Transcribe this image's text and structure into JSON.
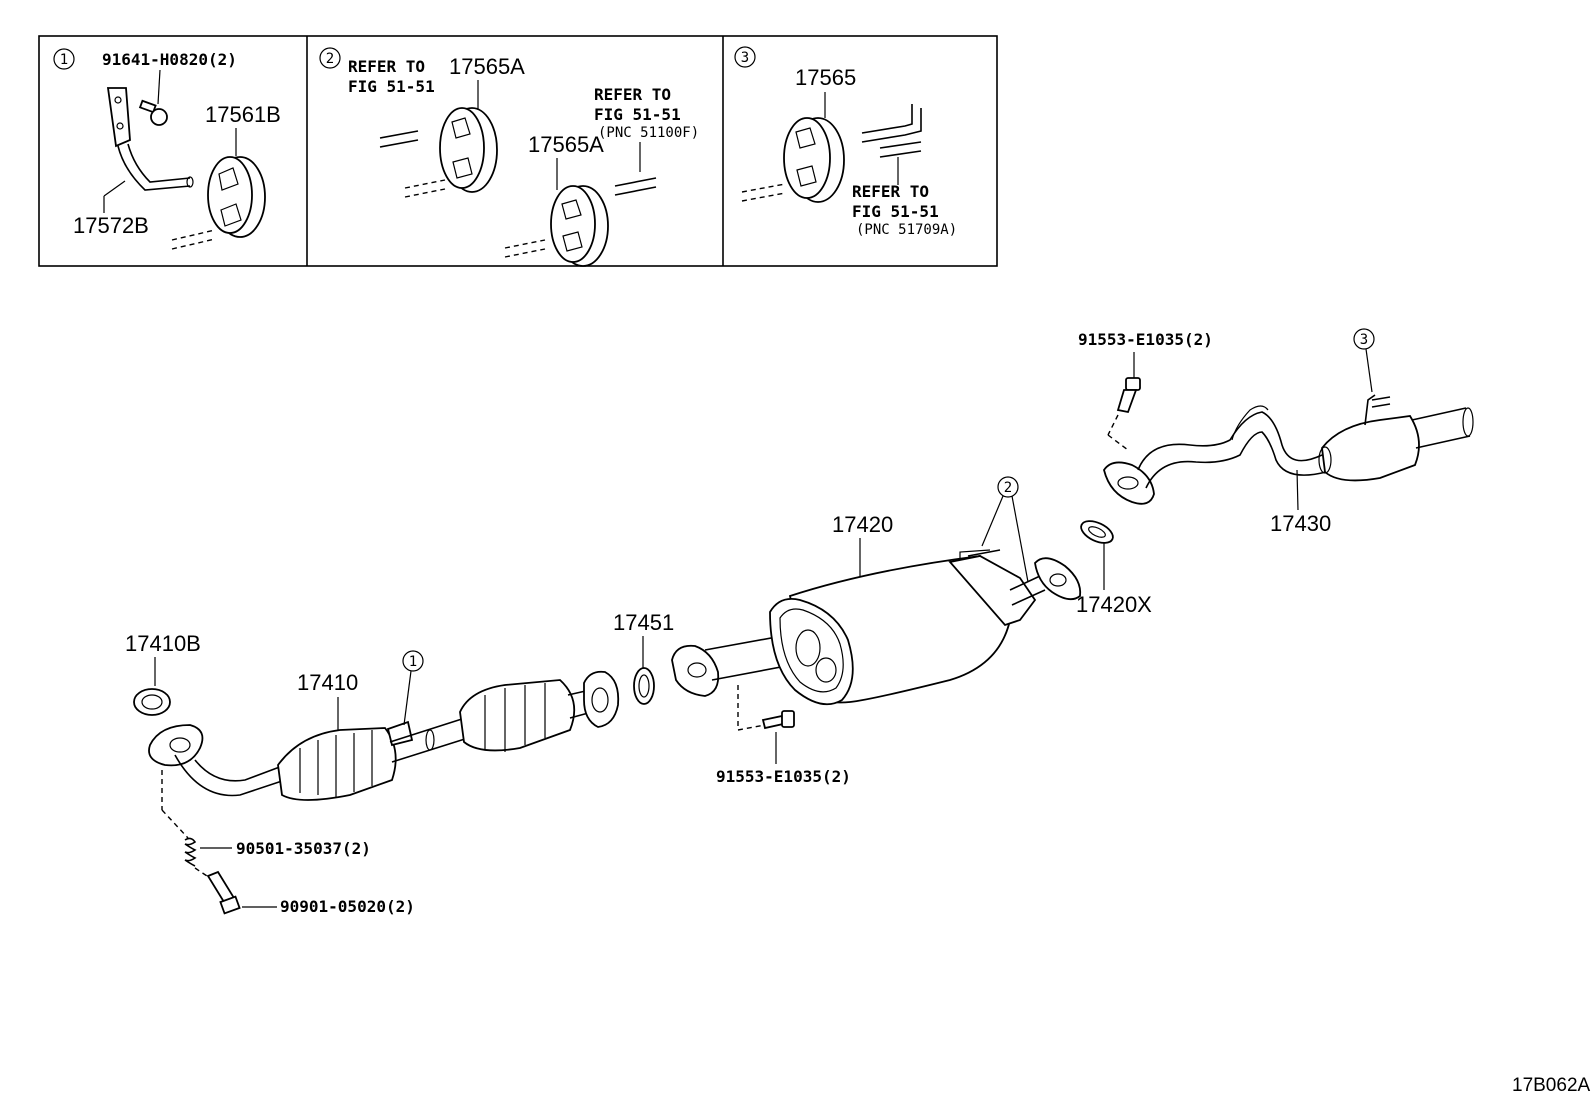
{
  "diagram_id": "17B062A",
  "inset1": {
    "callout": "1",
    "bolt_label": "91641-H0820(2)",
    "hanger_label": "17561B",
    "bracket_label": "17572B"
  },
  "inset2": {
    "callout": "2",
    "refer_line1": "REFER TO",
    "refer_line2": "FIG 51-51",
    "hanger_a_label": "17565A",
    "refer2_line1": "REFER TO",
    "refer2_line2": "FIG 51-51",
    "refer2_pnc": "(PNC 51100F)",
    "hanger_b_label": "17565A"
  },
  "inset3": {
    "callout": "3",
    "hanger_label": "17565",
    "refer_line1": "REFER TO",
    "refer_line2": "FIG 51-51",
    "refer_pnc": "(PNC 51709A)"
  },
  "main": {
    "gasket_front": "17410B",
    "front_pipe": "17410",
    "callout_1": "1",
    "gasket_mid": "17451",
    "muffler": "17420",
    "callout_2": "2",
    "gasket_rear": "17420X",
    "tail_pipe": "17430",
    "callout_3": "3",
    "bolt_rear": "91553-E1035(2)",
    "bolt_mid": "91553-E1035(2)",
    "spring": "90501-35037(2)",
    "stud_bolt": "90901-05020(2)"
  }
}
